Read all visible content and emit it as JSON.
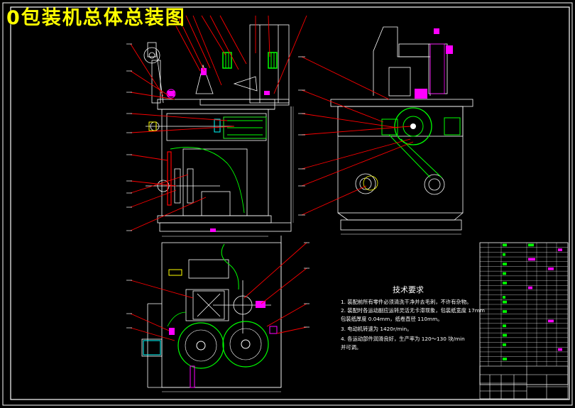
{
  "drawing": {
    "title": "0包装机总体总装图"
  },
  "technical_requirements": {
    "title": "技术要求",
    "lines": [
      "1. 装配前所有零件必须清洗干净并去毛刺，不许有杂物。",
      "2. 装配时各运动副应运转灵活无卡滞现象，包装纸宽度 17mm",
      "   包装纸厚度 0.04mm，纸卷直径 110mm。",
      "3. 电动机转速为 1420r/min。",
      "4. 各运动部件润滑良好，生产率为 120～130 块/min",
      "   并可调。"
    ]
  },
  "colors": {
    "background": "#000000",
    "title": "#ffff00",
    "outline": "#ffffff",
    "leader": "#ff0000",
    "accent_green": "#00ff00",
    "accent_magenta": "#ff00ff",
    "accent_cyan": "#00ffff",
    "accent_yellow": "#ffff00"
  }
}
